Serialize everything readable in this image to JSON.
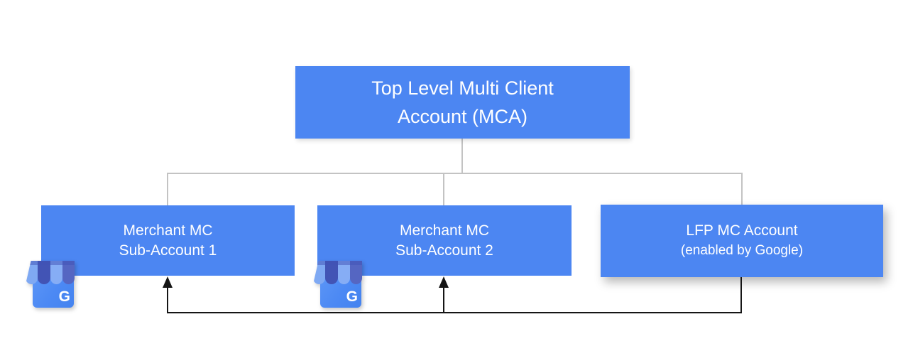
{
  "diagram": {
    "root": {
      "line1": "Top Level Multi Client",
      "line2": "Account (MCA)"
    },
    "children": [
      {
        "line1": "Merchant MC",
        "line2": "Sub-Account 1"
      },
      {
        "line1": "Merchant MC",
        "line2": "Sub-Account 2"
      },
      {
        "line1": "LFP MC Account",
        "line2": "(enabled by Google)"
      }
    ],
    "icons": {
      "storefront_g": "G"
    },
    "colors": {
      "node_blue": "#4c86f2",
      "connector_gray": "#c3c3c3",
      "arrow_black": "#151515",
      "node_text": "#ffffff",
      "icon_body_blue": "#4989f5",
      "awning_light": "#7fa9f3",
      "awning_dark": "#4254b5",
      "awning_medium": "#5566c2"
    }
  }
}
